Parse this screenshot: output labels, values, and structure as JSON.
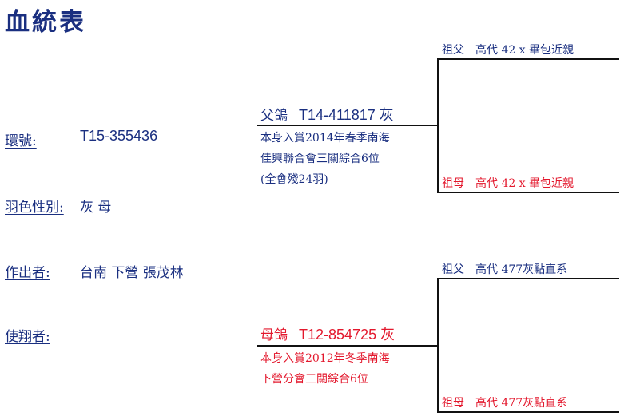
{
  "title": "血統表",
  "fields": {
    "ring_label": "環號:",
    "ring_value": "T15-355436",
    "color_sex_label": "羽色性別:",
    "color_sex_value": "灰 母",
    "breeder_label": "作出者:",
    "breeder_value": "台南 下營 張茂林",
    "flyer_label": "使翔者:"
  },
  "sire": {
    "label": "父鴿",
    "id": "T14-411817 灰",
    "notes": [
      "本身入賞2014年春季南海",
      "佳興聯合會三關綜合6位",
      "(全會殘24羽)"
    ],
    "grandfather": "祖父　高代 42 x 畢包近親",
    "grandmother": "祖母　高代 42 x 畢包近親"
  },
  "dam": {
    "label": "母鴿",
    "id": "T12-854725 灰",
    "notes": [
      "本身入賞2012年冬季南海",
      "下營分會三關綜合6位"
    ],
    "grandfather": "祖父　高代 477灰點直系",
    "grandmother": "祖母　高代 477灰點直系"
  },
  "colors": {
    "ink_blue": "#1a2f80",
    "ink_red": "#e3182d",
    "line": "#111111"
  }
}
